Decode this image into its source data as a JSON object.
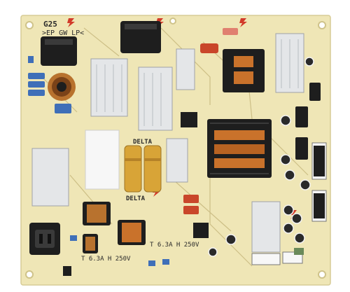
{
  "board": {
    "code": "G25",
    "material": ">EP GW LP<",
    "brand": "DELTA",
    "fuse_primary": "T 6.3A H 250V",
    "fuse_secondary": "T 6.3A H 250V"
  },
  "colors": {
    "board": "#efe6b6",
    "trace": "#cfc38a",
    "heatsink": "#e4e6e8",
    "inductor": "#1e1e1e",
    "capacitor": "#d8a437",
    "silk": "#2a2a2a",
    "mark_red": "#d23a2a"
  }
}
